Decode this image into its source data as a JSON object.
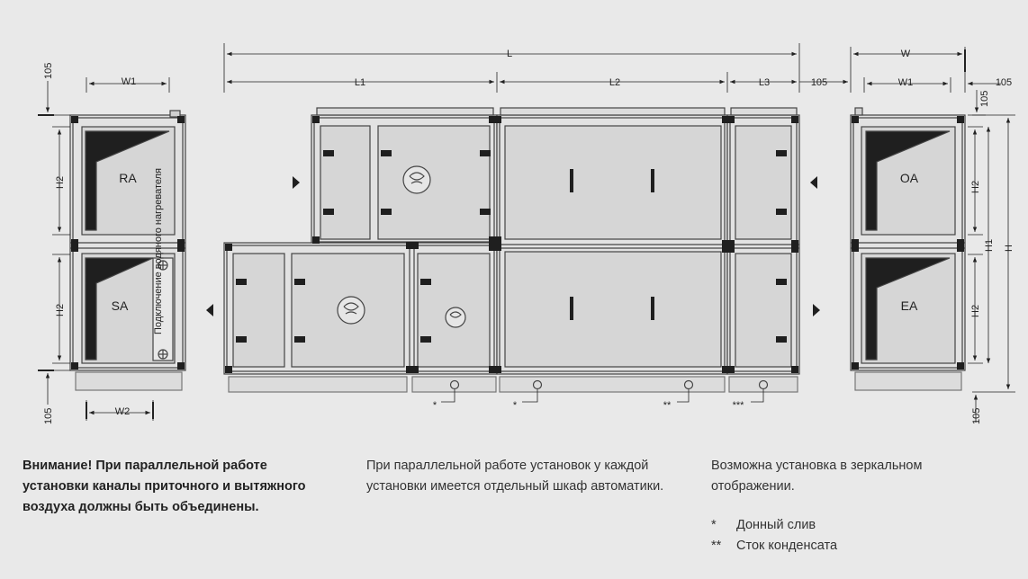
{
  "dimensions": {
    "L": "L",
    "L1": "L1",
    "L2": "L2",
    "L3": "L3",
    "W": "W",
    "W1": "W1",
    "W2": "W2",
    "H": "H",
    "H1": "H1",
    "H2": "H2",
    "d105": "105"
  },
  "labels": {
    "RA": "RA",
    "SA": "SA",
    "OA": "OA",
    "EA": "EA"
  },
  "panel_text": "Подключение водяного нагревателя",
  "markers": {
    "single": "*",
    "double": "**",
    "triple": "***"
  },
  "notes": {
    "warning": "Внимание! При параллельной работе установки каналы приточного и вытяжного воздуха должны быть объединены.",
    "parallel": "При параллельной работе установок у каждой установки имеется отдельный шкаф автоматики.",
    "mirror": "Возможна установка в зеркальном отображении."
  },
  "footnotes": [
    {
      "mark": "*",
      "text": "Донный слив"
    },
    {
      "mark": "**",
      "text": "Сток конденсата"
    }
  ]
}
